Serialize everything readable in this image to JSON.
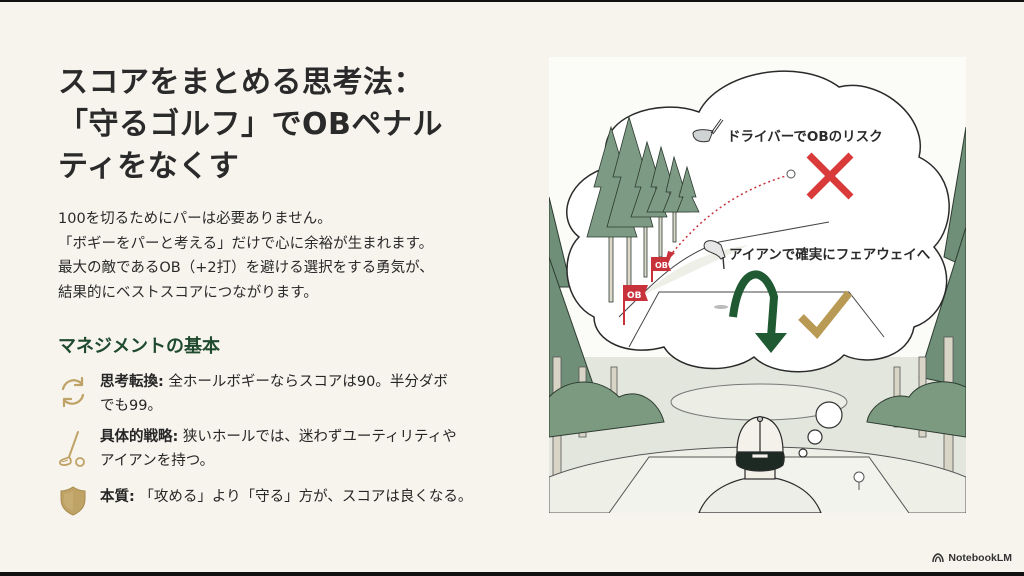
{
  "slide": {
    "title_lines": [
      "スコアをまとめる思考法：",
      "「守るゴルフ」でOBペナル",
      "ティをなくす"
    ],
    "intro_lines": [
      "100を切るためにパーは必要ありません。",
      "「ボギーをパーと考える」だけで心に余裕が生まれます。",
      "最大の敵であるOB（+2打）を避ける選択をする勇気が、",
      "結果的にベストスコアにつながります。"
    ],
    "section_heading": "マネジメントの基本",
    "bullets": [
      {
        "icon": "refresh-cycle-icon",
        "label": "思考転換:",
        "lines": [
          "全ホールボギーならスコアは90。半分ダボ",
          "でも99。"
        ]
      },
      {
        "icon": "golf-club-icon",
        "label": "具体的戦略:",
        "lines": [
          "狭いホールでは、迷わずユーティリティや",
          "アイアンを持つ。"
        ]
      },
      {
        "icon": "shield-icon",
        "label": "本質:",
        "lines": [
          "「攻める」より「守る」方が、スコアは良くなる。"
        ]
      }
    ]
  },
  "illustration": {
    "risk_label": "ドライバーでOBのリスク",
    "safe_label": "アイアンで確実にフェアウェイへ",
    "ob_flag_1": "OB",
    "ob_flag_2": "OB",
    "colors": {
      "x_mark": "#d93a3a",
      "check_mark": "#b99a55",
      "arrow": "#1f5a32",
      "trees": "#6f8f78",
      "flag": "#c8323a"
    }
  },
  "colors": {
    "background": "#f7f4ee",
    "heading_green": "#1f4a2e",
    "icon_gold": "#bfa266",
    "text": "#262626"
  },
  "brand": {
    "name": "NotebookLM"
  }
}
